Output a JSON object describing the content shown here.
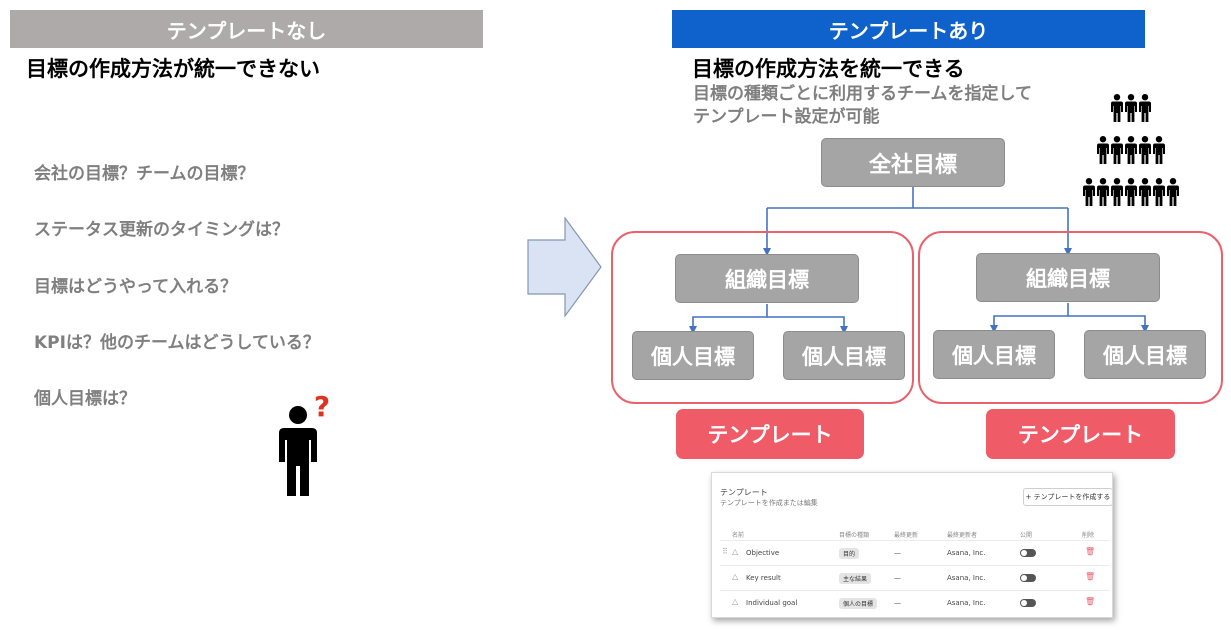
{
  "left": {
    "header": "テンプレートなし",
    "subtitle": "目標の作成方法が統一できない",
    "questions": [
      "会社の目標？チームの目標？",
      "ステータス更新のタイミングは？",
      "目標はどうやって入れる？",
      "KPIは？他のチームはどうしている？",
      "個人目標は？"
    ]
  },
  "right": {
    "header": "テンプレートあり",
    "subtitle": "目標の作成方法を統一できる",
    "note_line1": "目標の種類ごとに利用するチームを指定して",
    "note_line2": "テンプレート設定が可能",
    "company_goal": "全社目標",
    "org_goal": "組織目標",
    "personal_goal": "個人目標",
    "template_label": "テンプレート"
  },
  "screenshot": {
    "title": "テンプレート",
    "subtitle": "テンプレートを作成または編集",
    "create_button": "+ テンプレートを作成する",
    "columns": [
      "名前",
      "目標の種類",
      "最終更新",
      "最終更新者",
      "公開",
      "削除"
    ],
    "rows": [
      {
        "name": "Objective",
        "type": "目的",
        "updated": "—",
        "updated_by": "Asana, Inc."
      },
      {
        "name": "Key result",
        "type": "主な結果",
        "updated": "—",
        "updated_by": "Asana, Inc."
      },
      {
        "name": "Individual goal",
        "type": "個人の目標",
        "updated": "—",
        "updated_by": "Asana, Inc."
      }
    ]
  },
  "colors": {
    "gray_header": "#aeaaaa",
    "blue_header": "#0f62cc",
    "group_border": "#e8616d",
    "template_button": "#ef5b67",
    "goal_box": "#a5a5a5",
    "connector": "#4472c4",
    "question_mark": "#e0331f"
  },
  "icons": {
    "arrow": "right-arrow-icon",
    "confused_person": "person-question-icon",
    "people_pyramid": "people-pyramid-icon"
  }
}
